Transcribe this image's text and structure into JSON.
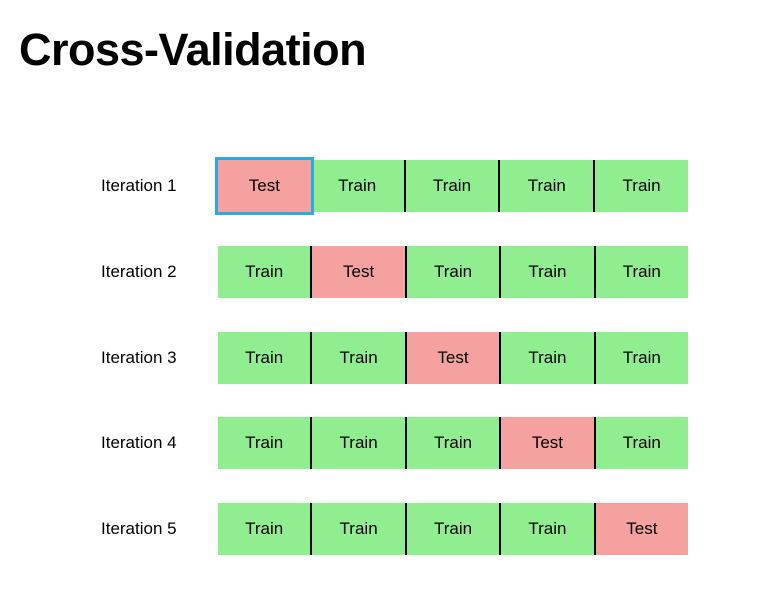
{
  "title": "Cross-Validation",
  "colors": {
    "train_fill": "#90EE90",
    "test_fill": "#F4A1A0",
    "divider": "#000000",
    "selection_border": "#2BA9E1",
    "text": "#000000",
    "background": "#FFFFFF"
  },
  "rows": [
    {
      "label": "Iteration 1",
      "cells": [
        "Test",
        "Train",
        "Train",
        "Train",
        "Train"
      ],
      "selected_cell": 0
    },
    {
      "label": "Iteration 2",
      "cells": [
        "Train",
        "Test",
        "Train",
        "Train",
        "Train"
      ]
    },
    {
      "label": "Iteration 3",
      "cells": [
        "Train",
        "Train",
        "Test",
        "Train",
        "Train"
      ]
    },
    {
      "label": "Iteration 4",
      "cells": [
        "Train",
        "Train",
        "Train",
        "Test",
        "Train"
      ]
    },
    {
      "label": "Iteration 5",
      "cells": [
        "Train",
        "Train",
        "Train",
        "Train",
        "Test"
      ]
    }
  ]
}
